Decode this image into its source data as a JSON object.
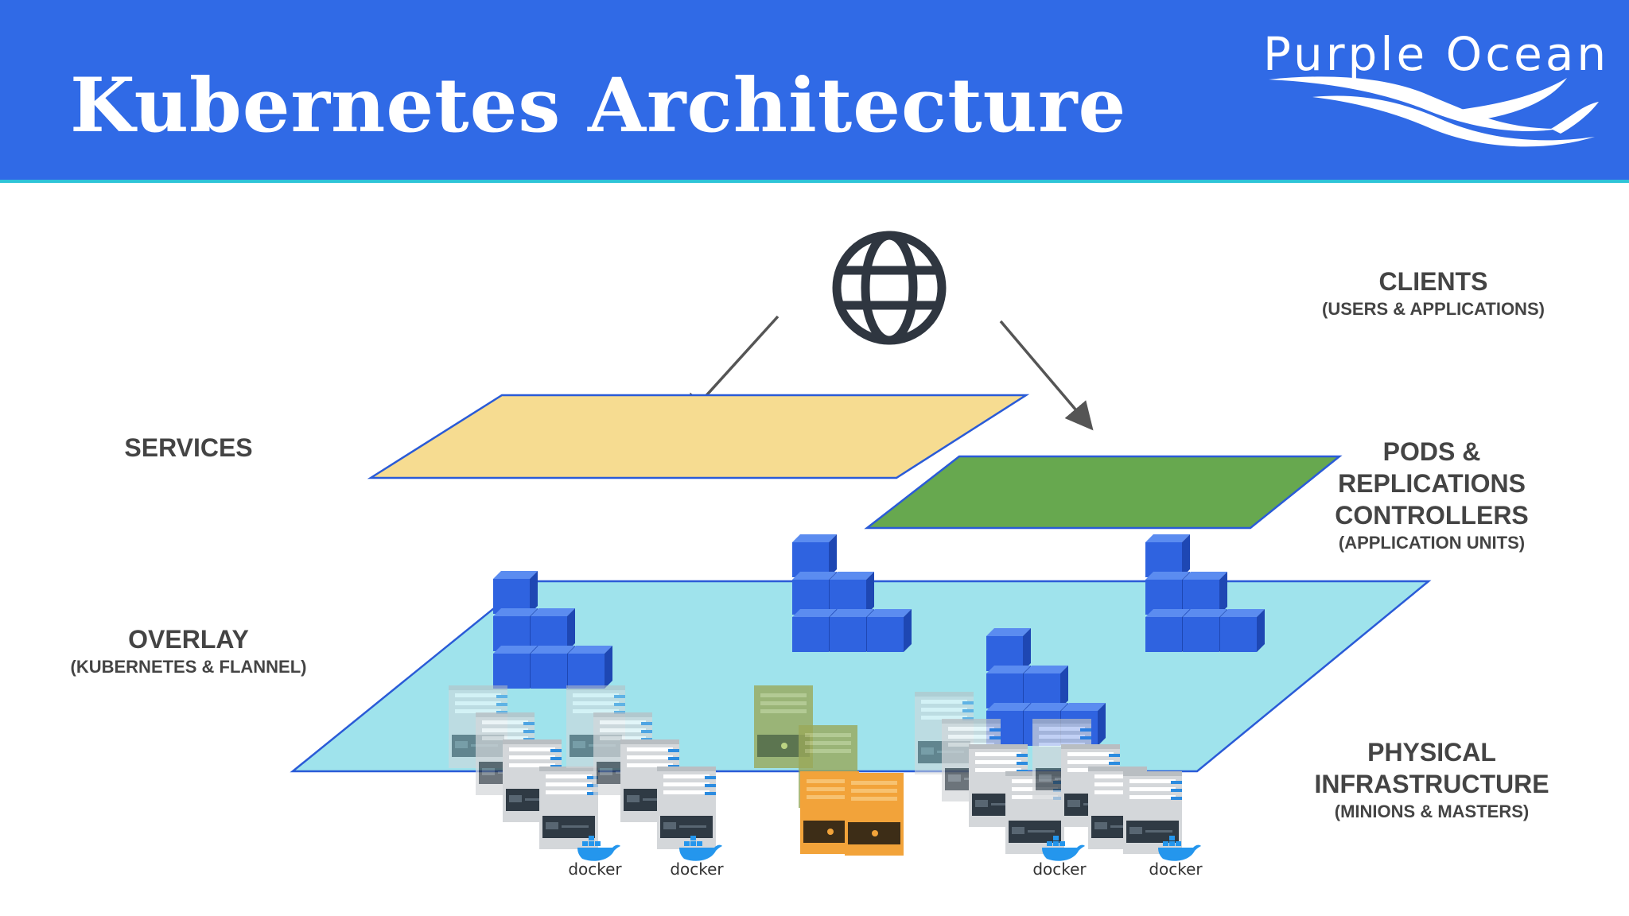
{
  "header": {
    "title": "Kubernetes Architecture",
    "logo": "Purple Ocean"
  },
  "labels": {
    "clients": {
      "main": "CLIENTS",
      "sub": "(USERS & APPLICATIONS)"
    },
    "services": {
      "main": "SERVICES"
    },
    "pods": {
      "line1": "PODS &",
      "line2": "REPLICATIONS",
      "line3": "CONTROLLERS",
      "sub": "(APPLICATION UNITS)"
    },
    "overlay": {
      "main": "OVERLAY",
      "sub": "(KUBERNETES & FLANNEL)"
    },
    "physical": {
      "line1": "PHYSICAL",
      "line2": "INFRASTRUCTURE",
      "sub": "(MINIONS & MASTERS)"
    }
  },
  "docker_label": "docker",
  "icons": {
    "clients": "globe-icon",
    "container": "docker-whale-icon",
    "server": "server-icon",
    "pod": "cube-stack-icon"
  },
  "colors": {
    "header": "#306ae6",
    "services_plane": "#f6dc91",
    "pods_plane": "#67a84f",
    "overlay_plane": "#9fe3ec",
    "cube": "#2f63e0",
    "server_gray": "#d4d7da",
    "server_olive": "#9aa95a",
    "server_orange": "#f2a33a",
    "docker_blue": "#2496ed"
  }
}
